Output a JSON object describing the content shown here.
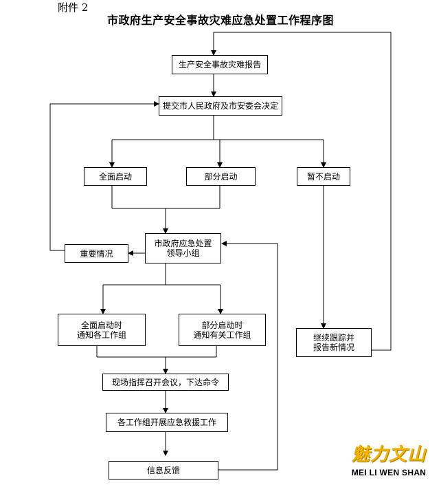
{
  "header": {
    "attachment": "附件 2",
    "title": "市政府生产安全事故灾难应急处置工作程序图"
  },
  "nodes": {
    "report": "生产安全事故灾难报告",
    "submit": "提交市人民政府及市安委会决定",
    "full_start": "全面启动",
    "partial_start": "部分启动",
    "no_start": "暂不启动",
    "command_group": "市政府应急处置\n领导小组",
    "major_info": "重要情况",
    "full_notify": "全面启动时\n通知各工作组",
    "partial_notify": "部分启动时\n通知有关工作组",
    "track": "继续跟踪并\n报告新情况",
    "meeting": "现场指挥召开会议，下达命令",
    "rescue": "各工作组开展应急救援工作",
    "feedback": "信息反馈"
  },
  "logo": {
    "chinese": "魅力文山",
    "english": "MEI LI WEN  SHAN"
  }
}
